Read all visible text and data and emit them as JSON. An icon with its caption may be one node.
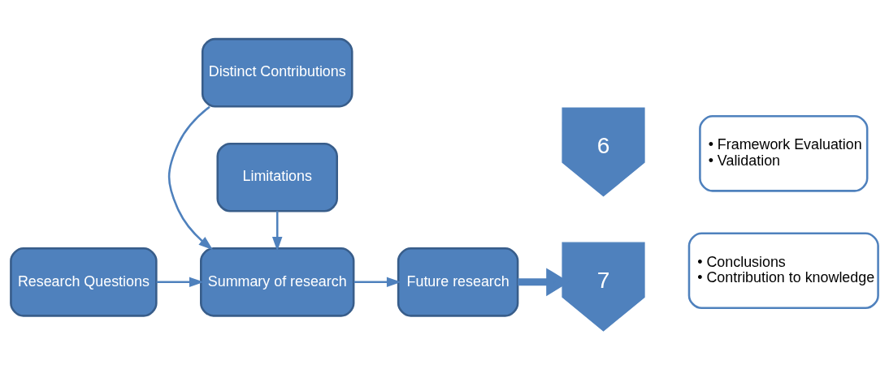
{
  "diagram": {
    "nodes": [
      {
        "text": [
          "Distinct Contributions"
        ]
      },
      {
        "text": [
          "Research Questions"
        ]
      },
      {
        "text": [
          "Summary of research"
        ]
      },
      {
        "text": [
          "Future research"
        ]
      },
      {
        "text": [
          "Limitations"
        ]
      },
      {
        "text": [
          "6"
        ]
      },
      {
        "text": [
          "• Framework Evaluation",
          "• Validation"
        ]
      },
      {
        "text": [
          "7"
        ]
      },
      {
        "text": [
          "• Conclusions",
          "• Contribution to knowledge"
        ]
      }
    ],
    "edges": [
      {
        "from": 0,
        "to": 2,
        "arrow": "to"
      },
      {
        "from": 1,
        "to": 2,
        "arrow": "to"
      },
      {
        "from": 4,
        "to": 2,
        "arrow": "to"
      },
      {
        "from": 2,
        "to": 3,
        "arrow": "to"
      },
      {
        "from": 3,
        "to": 7,
        "arrow": "to",
        "style": "thick"
      }
    ]
  }
}
